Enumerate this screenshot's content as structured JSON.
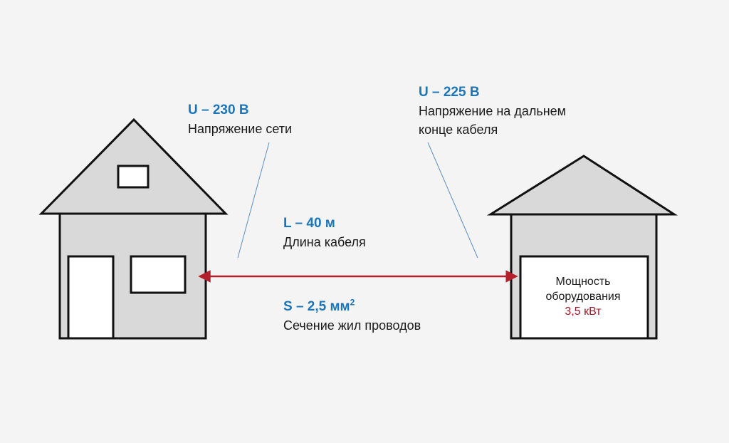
{
  "colors": {
    "background": "#f4f4f4",
    "house_fill": "#d9d9d9",
    "roof_fill": "#d9d9d9",
    "outline": "#111111",
    "cable": "#b3202c",
    "accent_blue": "#1b75b9",
    "power_value": "#9b1b2a",
    "leader_line": "#5b8fc4"
  },
  "labels": {
    "supply": {
      "key": "U – 230 В",
      "desc": "Напряжение сети"
    },
    "far_end": {
      "key": "U – 225 В",
      "desc_line1": "Напряжение на дальнем",
      "desc_line2": "конце кабеля"
    },
    "length": {
      "key": "L – 40 м",
      "desc": "Длина кабеля"
    },
    "section": {
      "key_main": "S – 2,5 мм",
      "key_sup": "2",
      "desc": "Сечение жил проводов"
    }
  },
  "equipment": {
    "line1": "Мощность",
    "line2": "оборудования",
    "value": "3,5 кВт"
  }
}
